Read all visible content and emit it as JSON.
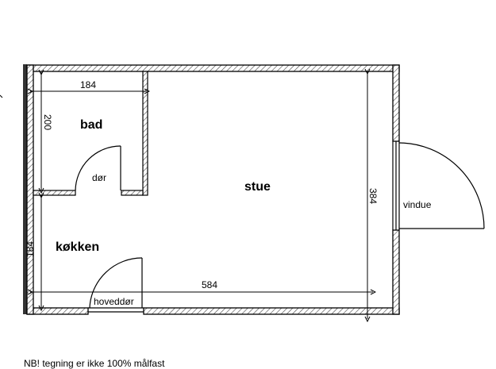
{
  "rooms": {
    "bathroom": "bad",
    "living_room": "stue",
    "kitchen": "køkken"
  },
  "labels": {
    "door": "dør",
    "front_door": "hoveddør",
    "window": "vindue"
  },
  "dimensions": {
    "bathroom_width": "184",
    "bathroom_height": "200",
    "kitchen_height": "184",
    "total_width": "584",
    "total_height": "384"
  },
  "footnote": "NB! tegning er ikke 100% målfast"
}
